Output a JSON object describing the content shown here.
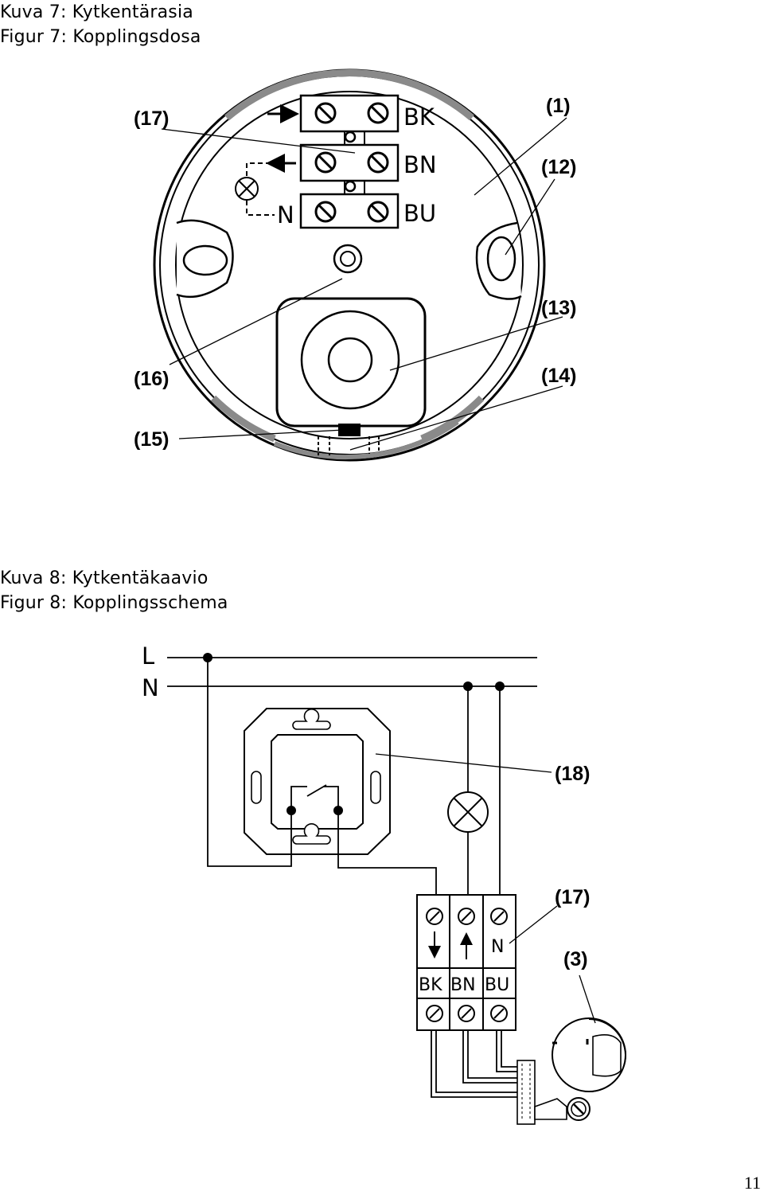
{
  "figure7": {
    "caption_fi": "Kuva 7: Kytkentärasia",
    "caption_sv": "Figur 7: Kopplingsdosa",
    "terminals": [
      "BK",
      "BN",
      "BU"
    ],
    "neutral_label": "N",
    "callouts": {
      "c17": "(17)",
      "c1": "(1)",
      "c12": "(12)",
      "c13": "(13)",
      "c14": "(14)",
      "c15": "(15)",
      "c16": "(16)"
    }
  },
  "figure8": {
    "caption_fi": "Kuva 8: Kytkentäkaavio",
    "caption_sv": "Figur 8: Kopplingsschema",
    "line_L": "L",
    "line_N": "N",
    "terminal_top_label": "N",
    "terminals": [
      "BK",
      "BN",
      "BU"
    ],
    "callouts": {
      "c18": "(18)",
      "c17": "(17)",
      "c3": "(3)"
    }
  },
  "page_number": "11"
}
